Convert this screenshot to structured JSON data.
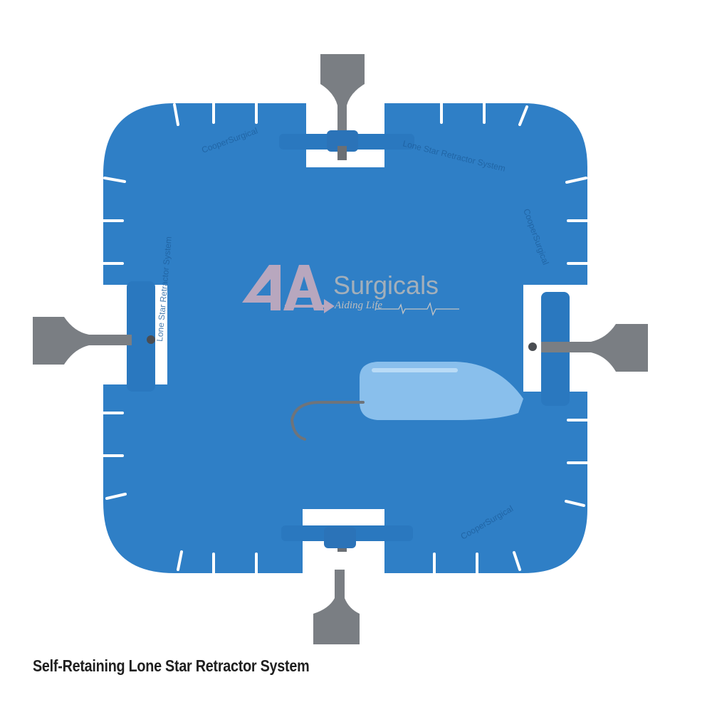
{
  "caption": "Self-Retaining Lone Star Retractor System",
  "watermark": {
    "logo_mark": "4A",
    "brand": "Surgicals",
    "tagline": "Aiding Life",
    "colors": {
      "mark": "#f2b8bc",
      "text": "#b8b8b8"
    }
  },
  "product_imprint": {
    "maker": "CooperSurgical",
    "model": "Lone Star Retractor System"
  },
  "colors": {
    "ring": "#2f7fc6",
    "ring_dark": "#1f67ab",
    "handle": "#7a7e83",
    "stay": "#8ec3ee",
    "hook": "#6f747a"
  }
}
